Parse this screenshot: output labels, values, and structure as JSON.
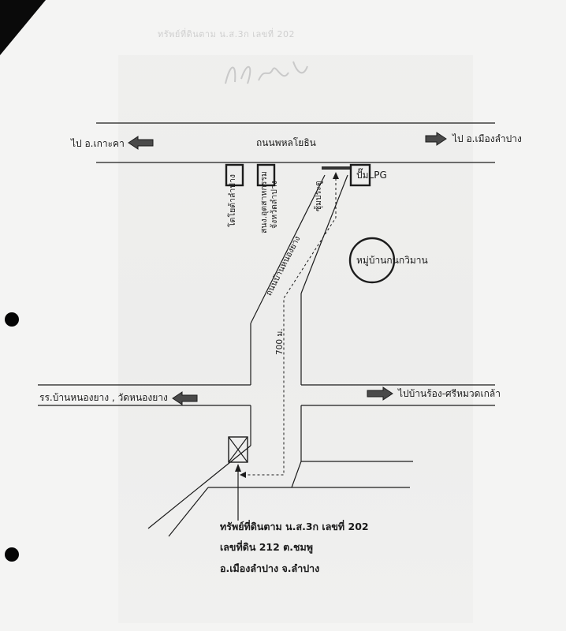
{
  "labels": {
    "road_main": "ถนนพหลโยธิน",
    "to_ko_kha": "ไป อ.เกาะคา",
    "to_mueang": "ไป อ.เมืองลำปาง",
    "toyota": "โตโยต้าลำปาง",
    "office": "สนง.อุตสาหกรรม",
    "province": "จังหวัดลำปาง",
    "gate": "ซุ้มประตู",
    "lpg": "ปั๊มLPG",
    "village": "หมู่บ้านกนกวิมาน",
    "nong_yang_road": "ถนนบ้านหนองยาง",
    "distance": "700 ม.",
    "to_school": "รร.บ้านหนองยาง , วัดหนองยาง",
    "to_srimuang": "ไปบ้านร้อง-ศรีหมวดเกล้า"
  },
  "property": {
    "line1": "ทรัพย์ที่ดินตาม น.ส.3ก เลขที่  202",
    "line2": "เลขที่ดิน  212   ต.ชมพู",
    "line3": "อ.เมืองลำปาง   จ.ลำปาง"
  },
  "header_faint": "ทรัพย์ที่ดินตาม น.ส.3ก เลขที่  202",
  "colors": {
    "line": "#1c1c1c",
    "arrow_fill": "#4a4a4a"
  }
}
